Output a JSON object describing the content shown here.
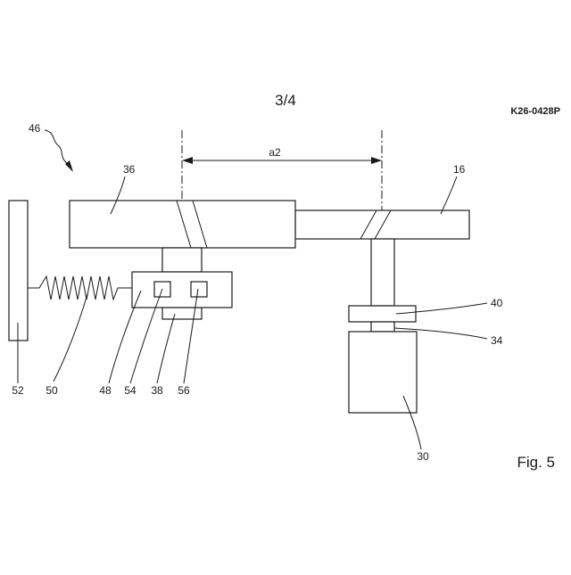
{
  "header": {
    "page_number": "3/4",
    "doc_code": "K26-0428P"
  },
  "figure": {
    "caption": "Fig. 5",
    "dimension_label": "a2",
    "labels": {
      "l46": "46",
      "l36": "36",
      "l16": "16",
      "l40": "40",
      "l34": "34",
      "l30": "30",
      "l52": "52",
      "l50": "50",
      "l48": "48",
      "l54": "54",
      "l38": "38",
      "l56": "56"
    }
  }
}
